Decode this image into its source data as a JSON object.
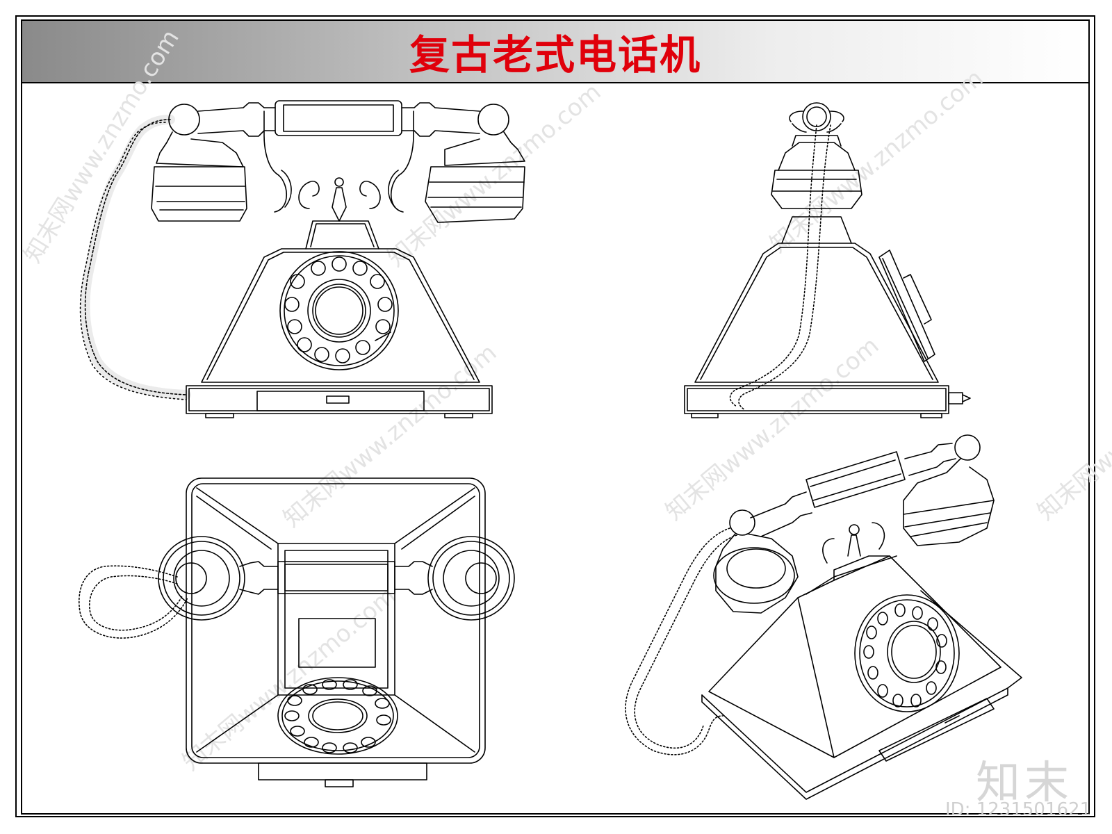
{
  "title": "复古老式电话机",
  "title_color": "#e0000b",
  "watermark": "知末网www.znzmo.com",
  "logo_text": "知末",
  "id_text": "ID: 1231501621",
  "views": [
    {
      "name": "front-view"
    },
    {
      "name": "side-view"
    },
    {
      "name": "top-view"
    },
    {
      "name": "isometric-view"
    }
  ]
}
